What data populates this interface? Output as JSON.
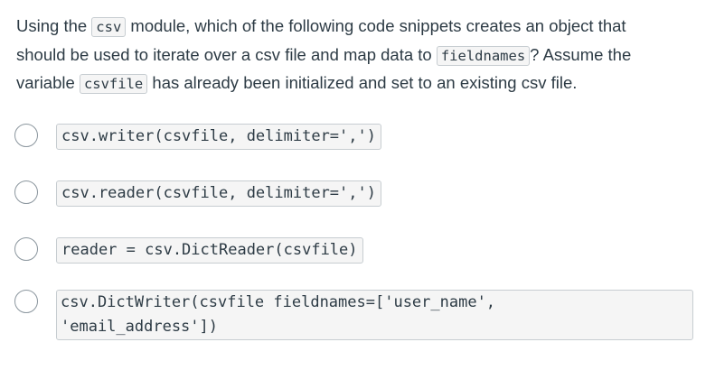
{
  "question": {
    "line1_pre": "Using the ",
    "line1_code": "csv",
    "line1_post": " module, which of the following code snippets creates an object that",
    "line2_pre": "should be used to iterate over a csv file and map data to ",
    "line2_code": "fieldnames",
    "line2_post": "? Assume the",
    "line3_pre": "variable ",
    "line3_code": "csvfile",
    "line3_post": " has already been initialized and set to an existing csv file."
  },
  "options": [
    {
      "code": "csv.writer(csvfile, delimiter=',')"
    },
    {
      "code": "csv.reader(csvfile, delimiter=',')"
    },
    {
      "code": "reader = csv.DictReader(csvfile)"
    },
    {
      "code_line1": "csv.DictWriter(csvfile fieldnames=['user_name',",
      "code_line2": "'email_address'])"
    }
  ]
}
